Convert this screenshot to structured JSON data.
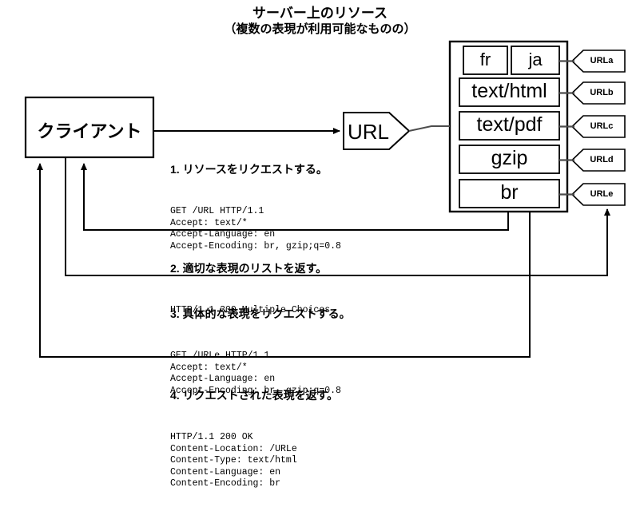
{
  "diagram": {
    "heading_line1": "サーバー上のリソース",
    "heading_line2": "（複数の表現が利用可能なものの）",
    "client_label": "クライアント",
    "url_label": "URL",
    "representations": [
      {
        "name": "fr",
        "tag": "URLa"
      },
      {
        "name": "ja",
        "tag": "URLa"
      },
      {
        "name": "text/html",
        "tag": "URLb"
      },
      {
        "name": "text/pdf",
        "tag": "URLc"
      },
      {
        "name": "gzip",
        "tag": "URLd"
      },
      {
        "name": "br",
        "tag": "URLe"
      }
    ],
    "url_tags": [
      "URLa",
      "URLb",
      "URLc",
      "URLd",
      "URLe"
    ],
    "steps": [
      {
        "heading": "1. リソースをリクエストする。",
        "body": "GET /URL HTTP/1.1\nAccept: text/*\nAccept-Language: en\nAccept-Encoding: br, gzip;q=0.8"
      },
      {
        "heading": "2. 適切な表現のリストを返す。",
        "body": "HTTP/1.1 300 Multiple Choices"
      },
      {
        "heading": "3. 具体的な表現をリクエストする。",
        "body": "GET /URLe HTTP/1.1\nAccept: text/*\nAccept-Language: en\nAccept-Encoding: br, gzip;q=0.8"
      },
      {
        "heading": "4. リクエストされた表現を返す。",
        "body": "HTTP/1.1 200 OK\nContent-Location: /URLe\nContent-Type: text/html\nContent-Language: en\nContent-Encoding: br"
      }
    ],
    "colors": {
      "stroke": "#000000",
      "background": "#ffffff",
      "connector": "#4d4d4d"
    }
  }
}
